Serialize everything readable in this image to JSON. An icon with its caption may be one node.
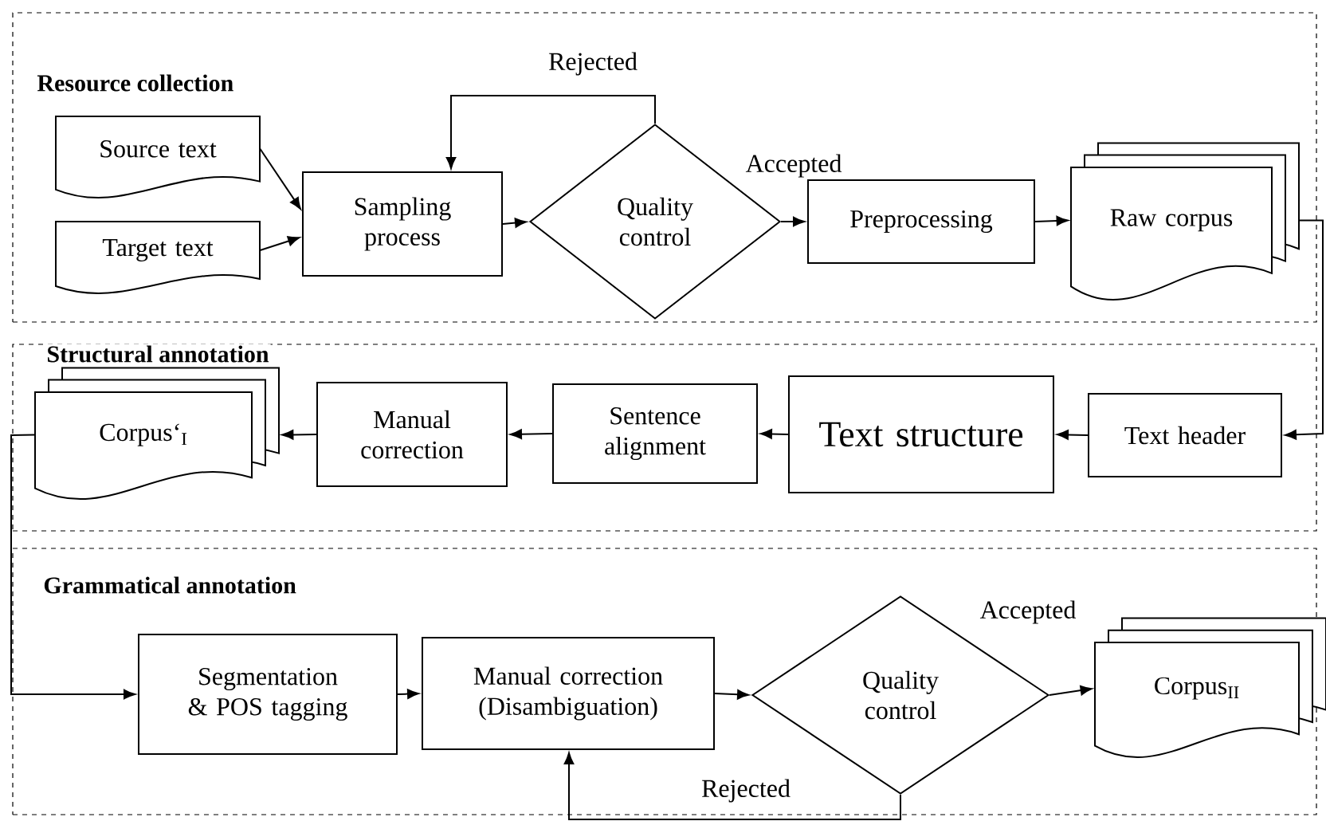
{
  "diagram": {
    "nodes": [
      {
        "text": [
          "Resource collection"
        ]
      },
      {
        "text": [
          "Source text"
        ],
        "in": 0
      },
      {
        "text": [
          "Target text"
        ],
        "in": 0
      },
      {
        "text": [
          "Sampling process"
        ],
        "in": 0
      },
      {
        "text": [
          "Quality control"
        ],
        "in": 0
      },
      {
        "text": [
          "Preprocessing"
        ],
        "in": 0
      },
      {
        "text": [
          "Raw corpus"
        ],
        "in": 0
      },
      {
        "text": [
          "Structural annotation"
        ]
      },
      {
        "text": [
          "Corpus‘$_{I}$"
        ],
        "in": 7
      },
      {
        "text": [
          "Manual correction"
        ],
        "in": 7
      },
      {
        "text": [
          "Sentence alignment"
        ],
        "in": 7
      },
      {
        "text": [
          "Text structure"
        ],
        "in": 7
      },
      {
        "text": [
          "Text header"
        ],
        "in": 7
      },
      {
        "text": [
          "Grammatical annotation"
        ]
      },
      {
        "text": [
          "Segmentation & POS tagging"
        ],
        "in": 13
      },
      {
        "text": [
          "Manual correction (Disambiguation)"
        ],
        "in": 13
      },
      {
        "text": [
          "Quality control"
        ],
        "in": 13
      },
      {
        "text": [
          "Corpus$_{II}$"
        ],
        "in": 13
      }
    ],
    "edges": [
      {
        "from": 1,
        "to": 3,
        "arrow": "to"
      },
      {
        "from": 2,
        "to": 3,
        "arrow": "to"
      },
      {
        "from": 3,
        "to": 4,
        "arrow": "to"
      },
      {
        "from": 4,
        "to": 3,
        "arrow": "to",
        "label": "Rejected"
      },
      {
        "from": 4,
        "to": 5,
        "arrow": "to",
        "label": "Accepted"
      },
      {
        "from": 5,
        "to": 6,
        "arrow": "to"
      },
      {
        "from": 6,
        "to": 12,
        "arrow": "to"
      },
      {
        "from": 12,
        "to": 11,
        "arrow": "to"
      },
      {
        "from": 11,
        "to": 10,
        "arrow": "to"
      },
      {
        "from": 10,
        "to": 9,
        "arrow": "to"
      },
      {
        "from": 9,
        "to": 8,
        "arrow": "to"
      },
      {
        "from": 8,
        "to": 14,
        "arrow": "to"
      },
      {
        "from": 14,
        "to": 15,
        "arrow": "to"
      },
      {
        "from": 15,
        "to": 16,
        "arrow": "to"
      },
      {
        "from": 16,
        "to": 17,
        "arrow": "to",
        "label": "Accepted"
      },
      {
        "from": 16,
        "to": 15,
        "arrow": "to",
        "label": "Rejected"
      }
    ]
  }
}
